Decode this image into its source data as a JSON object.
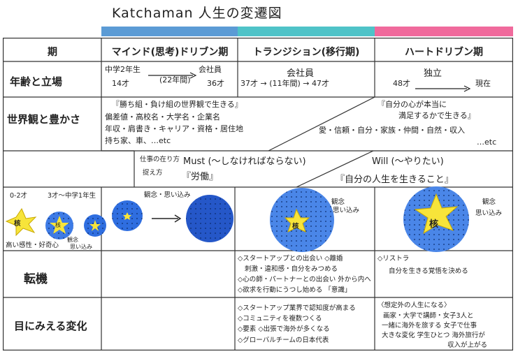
{
  "title": "Katchaman 人生の変遷図",
  "colors": {
    "band_blue": "#5b9bd5",
    "band_teal": "#4fc3c8",
    "band_pink": "#f06a9c",
    "circle_blue": "#2f6ee0",
    "star_yellow": "#f7e43a"
  },
  "header": {
    "col_label": "期",
    "phase1": "マインド(思考)ドリブン期",
    "phase2": "トランジション(移行期)",
    "phase3": "ハートドリブン期"
  },
  "row_age": {
    "label": "年齢と立場",
    "p1_top_left": "中学2年生",
    "p1_top_right": "会社員",
    "p1_bottom_left": "14才",
    "p1_bottom_mid": "(22年間)",
    "p1_bottom_right": "36才",
    "p2_top": "会社員",
    "p2_bottom": "37才 → (11年間) → 47才",
    "p3_top": "独立",
    "p3_bottom_left": "48才",
    "p3_bottom_right": "現在"
  },
  "row_world": {
    "label": "世界観と豊かさ",
    "left_line1": "『勝ち組・負け組の世界観で生きる』",
    "left_line2": "偏差値・高校名・大学名・企業名",
    "left_line3": "年収・肩書き・キャリア・資格・居住地",
    "left_line4": "持ち家、車、…etc",
    "right_line1": "『自分の心が本当に",
    "right_line2": "満足するかで生きる』",
    "right_line3": "愛・信頼・自分・家族・仲間・自然・収入",
    "right_line4": "…etc"
  },
  "row_work": {
    "label_line1": "仕事の在り方",
    "label_line2": "捉え方",
    "must_label": "Must (〜しなければならない)",
    "must_quote": "『労働』",
    "will_label": "Will (〜やりたい)",
    "will_quote": "『自分の人生を生きること』"
  },
  "row_circles": {
    "age1": "0-2才",
    "age2": "3才〜中学1年生",
    "core_label": "核",
    "bottom_left": "高い感性・好奇心",
    "small_note_line1": "観念",
    "small_note_line2": "思い込み",
    "mid_note": "観念・思い込み",
    "p2_note_line1": "観念",
    "p2_note_line2": "思い込み",
    "p3_note_line1": "観念",
    "p3_note_line2": "思い込み"
  },
  "row_turn": {
    "label": "転機",
    "p2_line1": "◇スタートアップとの出会い ◇離婚",
    "p2_line2": "刺激・違和感・自分をみつめる",
    "p2_line3": "◇心の師・パートナーとの出会い 外から内へ",
    "p2_line4": "◇欲求を行動にうつし始める 「意識」",
    "p3_line1": "◇リストラ",
    "p3_line2": "自分を生きる覚悟を決める"
  },
  "row_change": {
    "label": "目にみえる変化",
    "p2_line1": "◇スタートアップ業界で認知度が高まる",
    "p2_line2": "◇コミュニティを複数つくる",
    "p2_line3": "◇要素 ◇出張で海外が多くなる",
    "p2_line4": "◇グローバルチームの日本代表",
    "p3_line1": "〈想定外の人生になる〉",
    "p3_line2": "画家・大学で講師・女子3人と",
    "p3_line3": "一緒に海外を旅する 女子で仕事",
    "p3_line4": "大きな変化 学生ひとつ 海外旅行が",
    "p3_line5": "収入が上がる"
  }
}
